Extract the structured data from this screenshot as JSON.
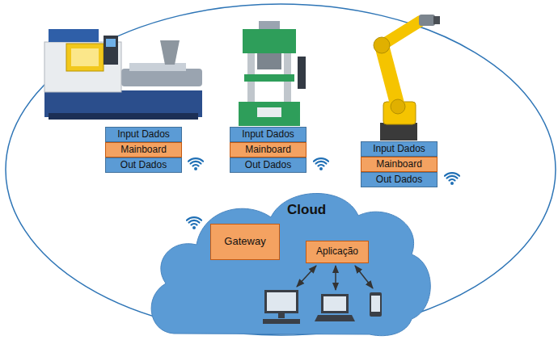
{
  "diagram": {
    "nodes": [
      {
        "text": [
          "Input Dados"
        ]
      },
      {
        "text": [
          "Mainboard"
        ]
      },
      {
        "text": [
          "Out Dados"
        ]
      },
      {
        "text": [
          "Input Dados"
        ]
      },
      {
        "text": [
          "Mainboard"
        ]
      },
      {
        "text": [
          "Out Dados"
        ]
      },
      {
        "text": [
          "Input Dados"
        ]
      },
      {
        "text": [
          "Mainboard"
        ]
      },
      {
        "text": [
          "Out Dados"
        ]
      },
      {
        "text": [
          "Cloud"
        ]
      },
      {
        "text": [
          "Gateway"
        ],
        "in": 9
      },
      {
        "text": [
          "Aplicação"
        ],
        "in": 9
      }
    ]
  }
}
